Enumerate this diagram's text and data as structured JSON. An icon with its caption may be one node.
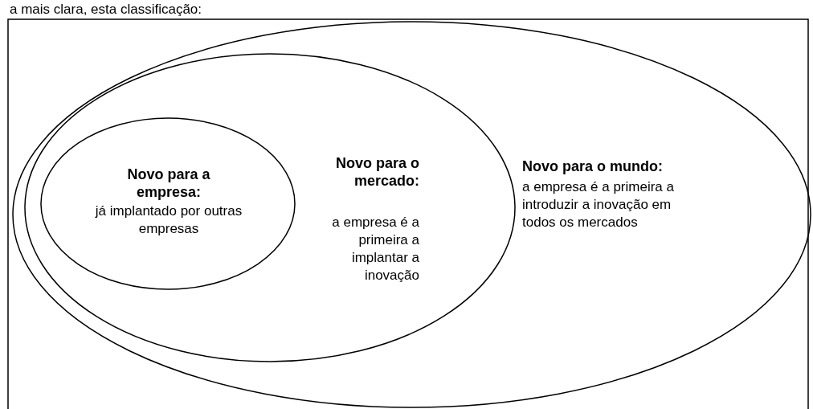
{
  "diagram": {
    "nodes": [
      {
        "text": [
          "Novo para o mundo:",
          "a empresa é a primeira a introduzir a inovação em todos os mercados"
        ]
      },
      {
        "text": [
          "Novo para o mercado:",
          "a empresa é a primeira a implantar a inovação"
        ],
        "in": 0
      },
      {
        "text": [
          "Novo para a empresa:",
          "já implantado por outras empresas"
        ],
        "in": 1
      }
    ],
    "labels": [
      "a mais clara, esta classificação:"
    ]
  }
}
